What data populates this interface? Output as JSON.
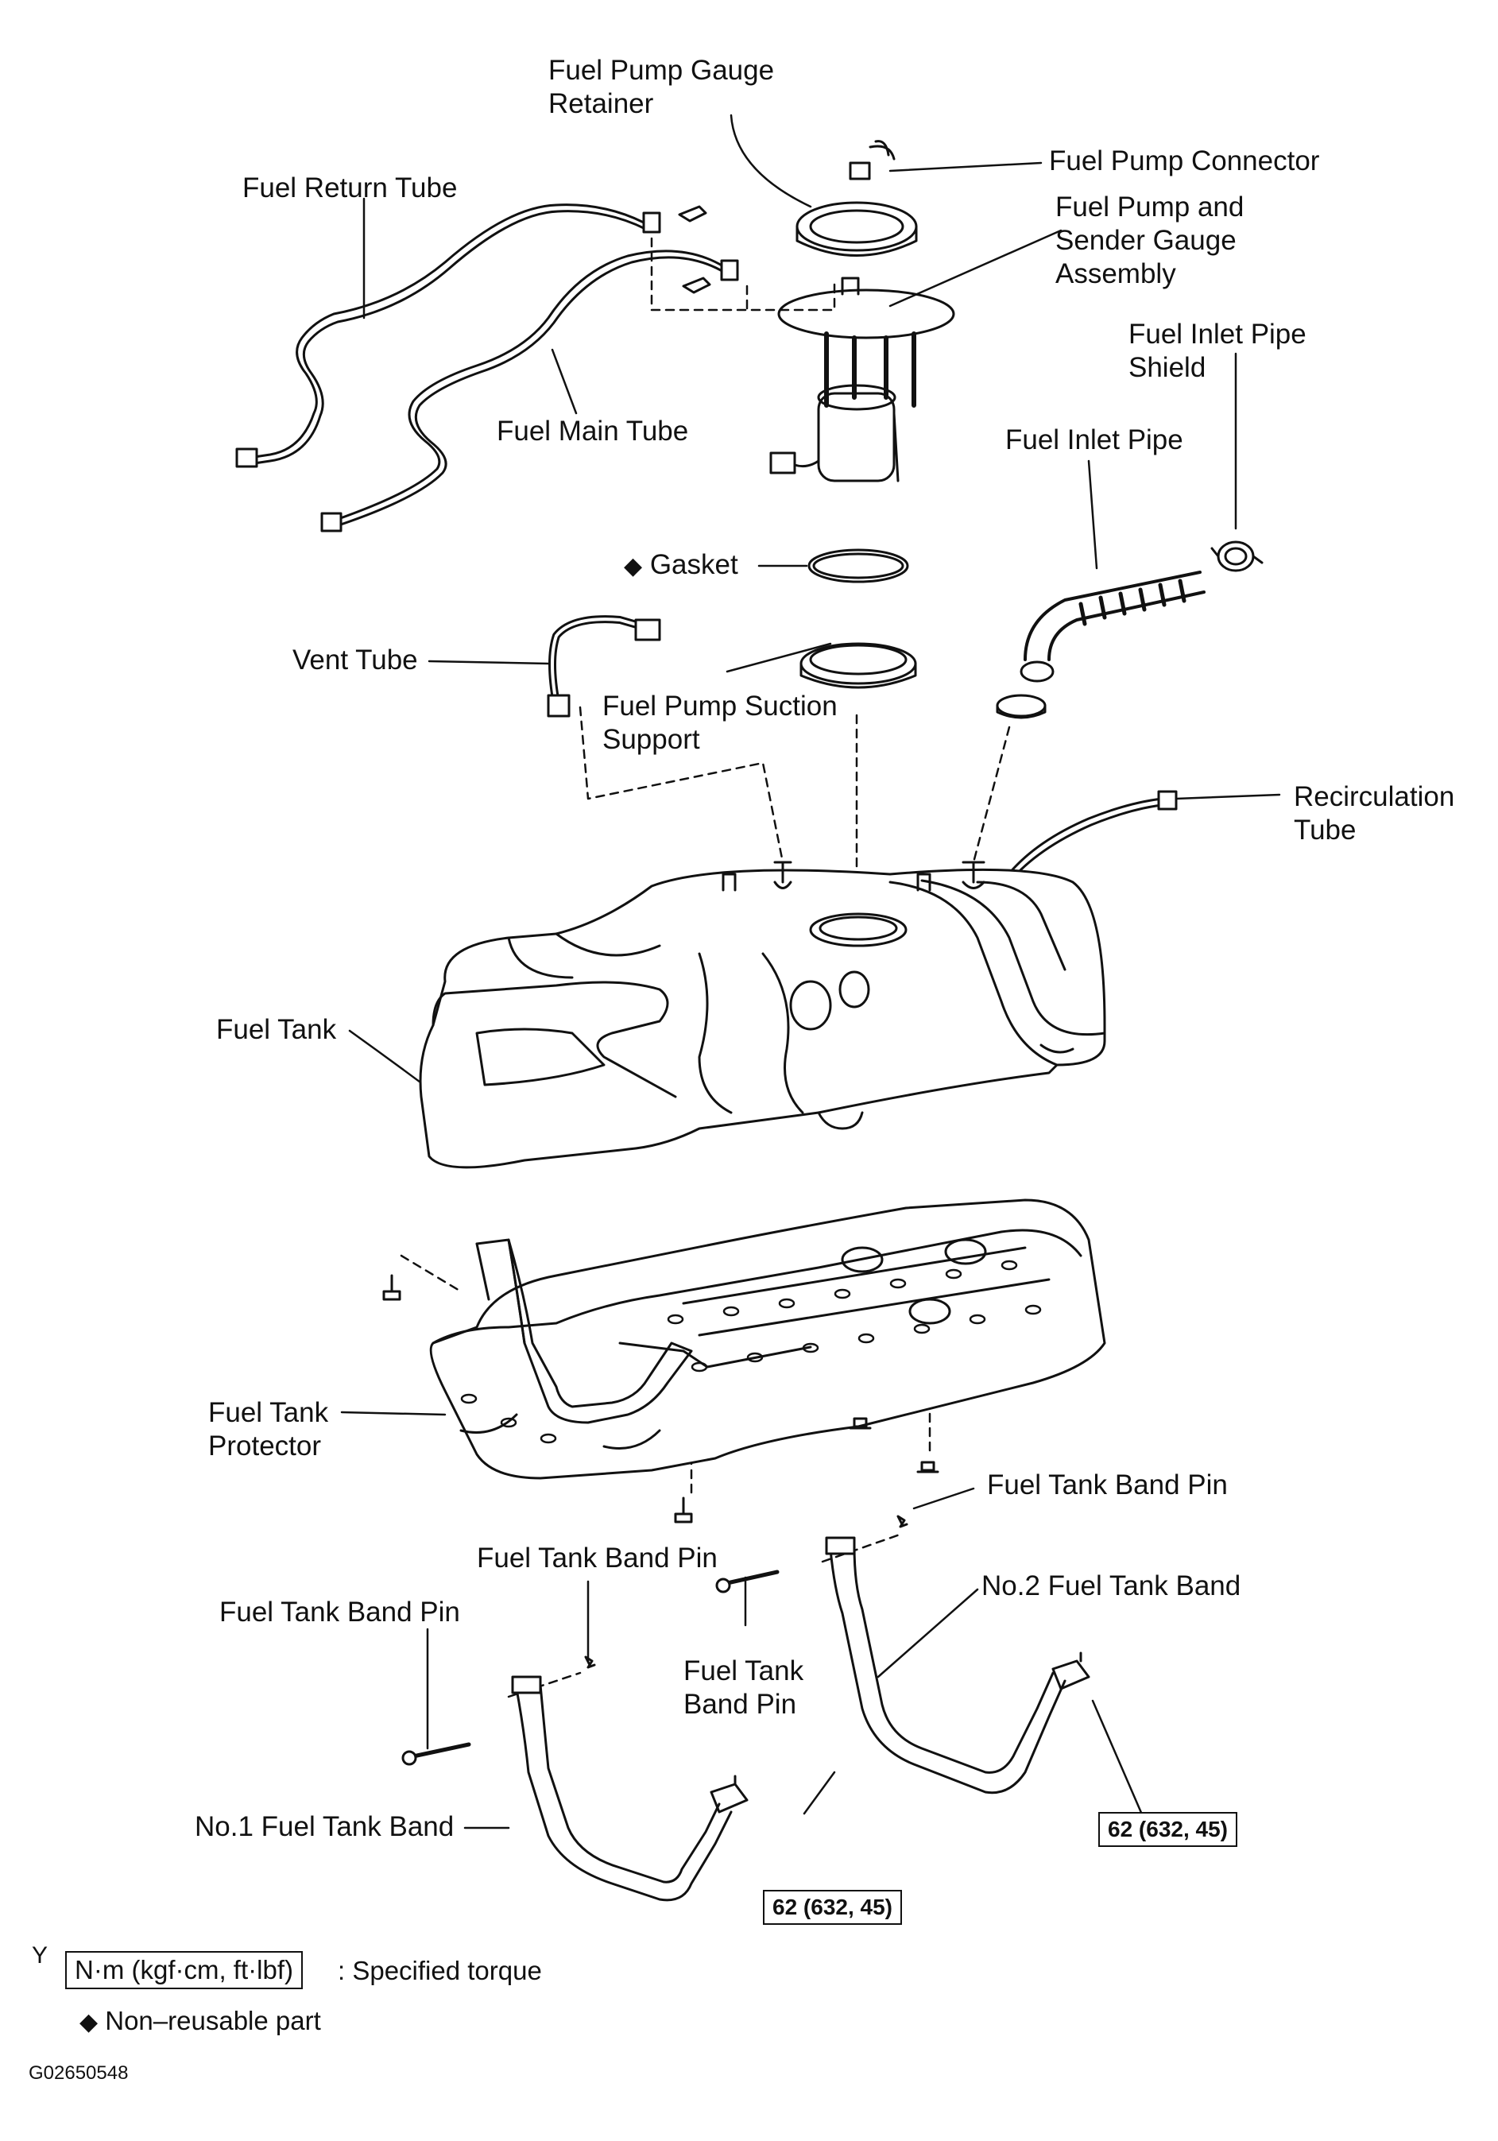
{
  "labels": {
    "fuel_pump_gauge_retainer": "Fuel Pump Gauge\nRetainer",
    "fuel_pump_connector": "Fuel Pump Connector",
    "fuel_return_tube": "Fuel Return Tube",
    "fuel_pump_sender_gauge": "Fuel Pump and\nSender Gauge\nAssembly",
    "fuel_inlet_pipe_shield": "Fuel Inlet Pipe\nShield",
    "fuel_main_tube": "Fuel Main Tube",
    "fuel_inlet_pipe": "Fuel Inlet Pipe",
    "gasket": "Gasket",
    "vent_tube": "Vent Tube",
    "fuel_pump_suction_support": "Fuel Pump Suction\nSupport",
    "recirculation_tube": "Recirculation\nTube",
    "fuel_tank": "Fuel Tank",
    "fuel_tank_protector": "Fuel Tank\nProtector",
    "fuel_tank_band_pin_right": "Fuel Tank Band Pin",
    "fuel_tank_band_pin_mid": "Fuel Tank Band Pin",
    "no2_fuel_tank_band": "No.2 Fuel Tank Band",
    "fuel_tank_band_pin_left": "Fuel Tank Band Pin",
    "fuel_tank_band_pin_center": "Fuel Tank\nBand Pin",
    "no1_fuel_tank_band": "No.1 Fuel Tank Band"
  },
  "torque": {
    "no2_band": "62 (632, 45)",
    "no1_band": "62 (632, 45)"
  },
  "legend": {
    "marker": "Y",
    "unit_box": "N·m (kgf·cm, ft·lbf)",
    "unit_text": ": Specified torque",
    "nonreusable_symbol": "◆",
    "nonreusable_text": "Non–reusable part"
  },
  "figure_id": "G02650548",
  "icons": {
    "nonreusable": "black-diamond-icon"
  }
}
